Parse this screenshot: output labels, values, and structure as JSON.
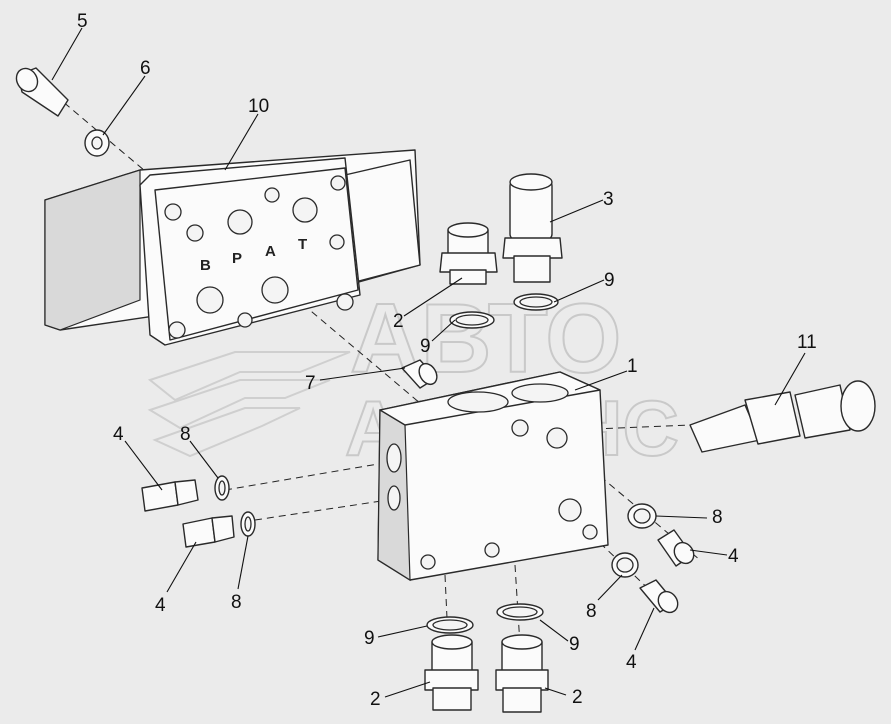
{
  "watermark": {
    "line1": "АВТО",
    "line2": "АЛЬЯНС"
  },
  "port_labels": {
    "b": "B",
    "p": "P",
    "a": "A",
    "t": "T"
  },
  "callouts": [
    {
      "id": "c5",
      "text": "5"
    },
    {
      "id": "c6",
      "text": "6"
    },
    {
      "id": "c10",
      "text": "10"
    },
    {
      "id": "c3",
      "text": "3"
    },
    {
      "id": "c9a",
      "text": "9"
    },
    {
      "id": "c2a",
      "text": "2"
    },
    {
      "id": "c9b",
      "text": "9"
    },
    {
      "id": "c1",
      "text": "1"
    },
    {
      "id": "c11",
      "text": "11"
    },
    {
      "id": "c7",
      "text": "7"
    },
    {
      "id": "c4a",
      "text": "4"
    },
    {
      "id": "c8a",
      "text": "8"
    },
    {
      "id": "c4b",
      "text": "4"
    },
    {
      "id": "c8b",
      "text": "8"
    },
    {
      "id": "c8c",
      "text": "8"
    },
    {
      "id": "c4c",
      "text": "4"
    },
    {
      "id": "c8d",
      "text": "8"
    },
    {
      "id": "c4d",
      "text": "4"
    },
    {
      "id": "c9c",
      "text": "9"
    },
    {
      "id": "c9d",
      "text": "9"
    },
    {
      "id": "c2b",
      "text": "2"
    },
    {
      "id": "c2c",
      "text": "2"
    }
  ]
}
